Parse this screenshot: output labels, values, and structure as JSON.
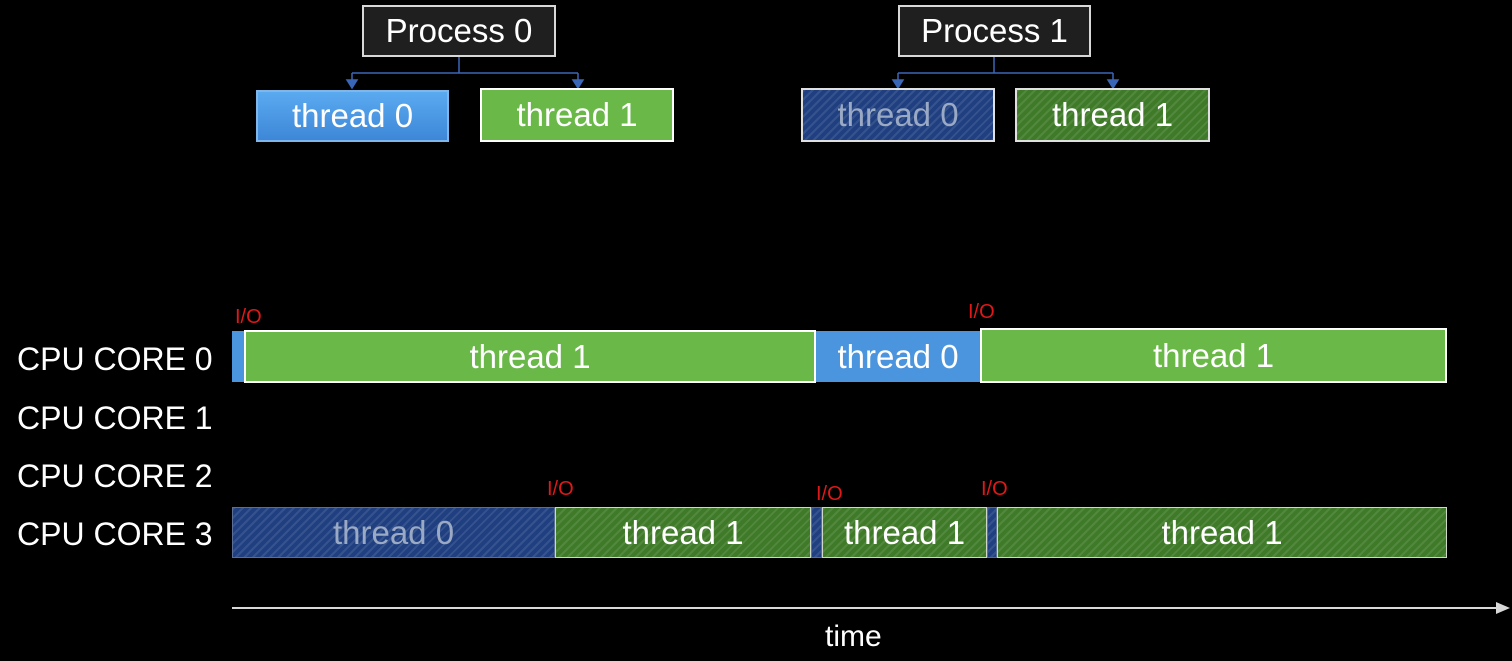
{
  "processes": [
    {
      "label": "Process 0",
      "threads": [
        "thread 0",
        "thread 1"
      ]
    },
    {
      "label": "Process 1",
      "threads": [
        "thread 0",
        "thread 1"
      ]
    }
  ],
  "cores": [
    "CPU CORE 0",
    "CPU CORE 1",
    "CPU CORE 2",
    "CPU CORE 3"
  ],
  "io_label": "I/O",
  "timeline": {
    "core0": [
      "thread 1",
      "thread 0",
      "thread 1"
    ],
    "core3": [
      "thread 0",
      "thread 1",
      "thread 1",
      "thread 1"
    ]
  },
  "axis": {
    "label": "time"
  },
  "colors": {
    "process0_thread0": "#4a95de",
    "process0_thread1": "#6ab848",
    "process1_thread0": "#1f3f80",
    "process1_thread1": "#3e7a28",
    "io": "#e01818"
  }
}
